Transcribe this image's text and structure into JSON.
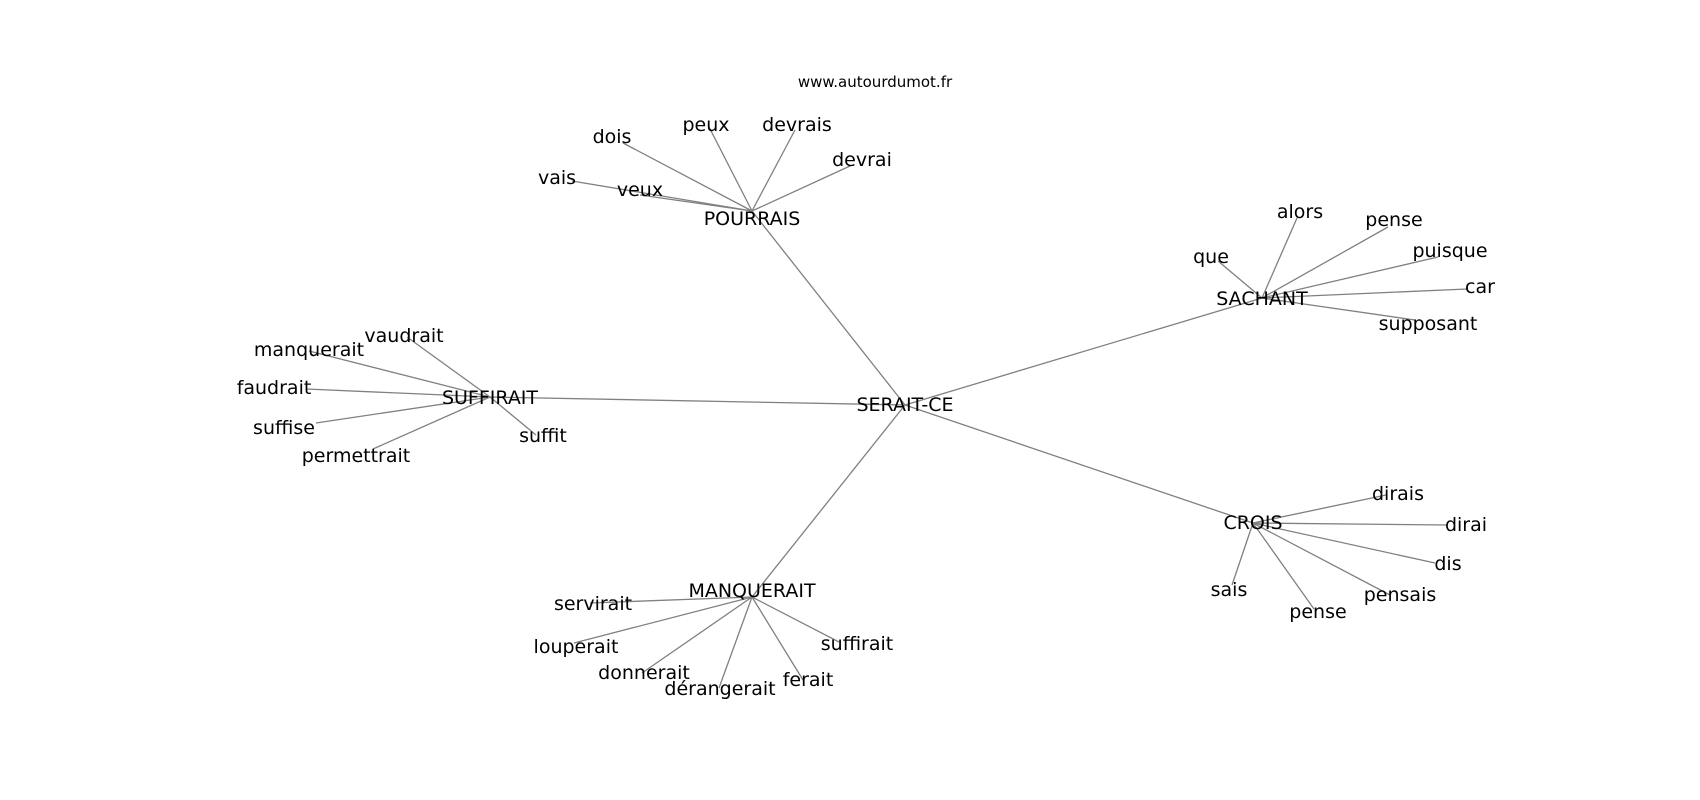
{
  "watermark": "www.autourdumot.fr",
  "colors": {
    "edge": "#808080",
    "text": "#000000",
    "background": "#ffffff"
  },
  "graph": {
    "root": "SERAIT-CE",
    "branches": [
      {
        "hub": "POURRAIS",
        "leaves": [
          "dois",
          "peux",
          "devrais",
          "devrai",
          "vais",
          "veux"
        ]
      },
      {
        "hub": "SACHANT",
        "leaves": [
          "alors",
          "pense",
          "puisque",
          "car",
          "supposant",
          "que"
        ]
      },
      {
        "hub": "SUFFIRAIT",
        "leaves": [
          "vaudrait",
          "manquerait",
          "faudrait",
          "suffise",
          "permettrait",
          "suffit"
        ]
      },
      {
        "hub": "CROIS",
        "leaves": [
          "dirais",
          "dirai",
          "dis",
          "pensais",
          "pense",
          "sais"
        ]
      },
      {
        "hub": "MANQUERAIT",
        "leaves": [
          "servirait",
          "louperait",
          "donnerait",
          "dérangerait",
          "ferait",
          "suffirait"
        ]
      }
    ]
  }
}
